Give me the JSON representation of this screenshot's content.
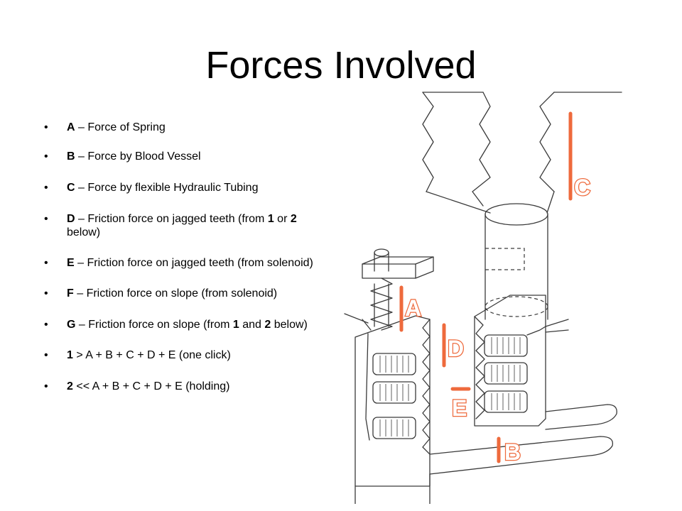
{
  "slide": {
    "title": "Forces Involved",
    "bullets": [
      {
        "key": "A",
        "text": " – Force of Spring"
      },
      {
        "key": "B",
        "text": " – Force by Blood Vessel"
      },
      {
        "key": "C",
        "text": " – Force by flexible Hydraulic Tubing"
      },
      {
        "key": "D",
        "text": " – Friction force on jagged teeth (from ",
        "k1": "1",
        "mid": " or ",
        "k2": "2",
        "end": " below)"
      },
      {
        "key": "E",
        "text": " – Friction force on jagged teeth (from solenoid)"
      },
      {
        "key": "F",
        "text": " – Friction force on slope (from solenoid)"
      },
      {
        "key": "G",
        "text": " – Friction force on slope (from ",
        "k1": "1",
        "mid": " and ",
        "k2": "2",
        "end": " below)"
      },
      {
        "key": "1",
        "text": " > A + B + C + D + E (one click)"
      },
      {
        "key": "2",
        "text": " << A + B + C + D + E (holding)"
      }
    ]
  },
  "diagram": {
    "labels": {
      "A": "A",
      "B": "B",
      "C": "C",
      "D": "D",
      "E": "E"
    },
    "accent_color": "#ee6a3c"
  }
}
